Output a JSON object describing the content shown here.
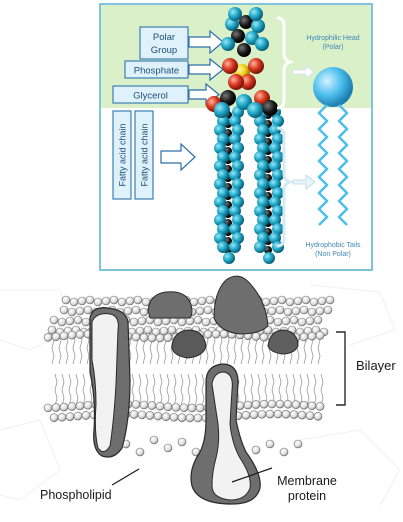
{
  "top_panel": {
    "labels": {
      "polar_group_line1": "Polar",
      "polar_group_line2": "Group",
      "phosphate": "Phosphate",
      "glycerol": "Glycerol",
      "fatty_acid_chain_1": "Fatty acid chain",
      "fatty_acid_chain_2": "Fatty acid chain",
      "hydrophilic_head_line1": "Hydrophilic Head",
      "hydrophilic_head_line2": "(Polar)",
      "hydrophobic_tails_line1": "Hydrophobic Tails",
      "hydrophobic_tails_line2": "(Non Polar)"
    },
    "colors": {
      "frame": "#7fc3dd",
      "polar_band": "#d9f0c8",
      "label_box_fill": "#dff1fa",
      "label_box_stroke": "#3b7fb5",
      "label_text": "#1d4f7a",
      "atom_cyan": "#1fa8c8",
      "atom_red": "#d8361e",
      "atom_yellow": "#f2d21a",
      "atom_black": "#1a1a1a",
      "head_sphere": "#4fc0ee",
      "note_text": "#3f88b8"
    }
  },
  "bottom_panel": {
    "labels": {
      "bilayer": "Bilayer",
      "phospholipid": "Phospholipid",
      "membrane_protein_line1": "Membrane",
      "membrane_protein_line2": "protein"
    },
    "colors": {
      "protein_dark": "#6e6e6e",
      "protein_light": "#f2f2f2",
      "head_fill": "#eaeaea",
      "outline": "#2a2a2a"
    }
  }
}
